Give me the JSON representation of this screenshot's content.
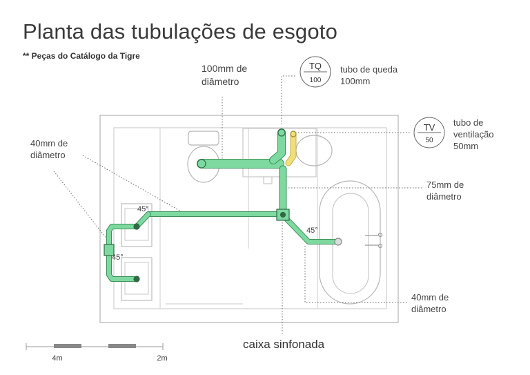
{
  "title": "Planta das tubulações de esgoto",
  "subtitle": "** Peças do Catálogo da Tigre",
  "labels": {
    "pipe_100": "100mm de\ndiâmetro",
    "tq_desc": "tubo de queda\n100mm",
    "tv_desc": "tubo de\nventilação\n50mm",
    "pipe_40_left": "40mm de\ndiâmetro",
    "pipe_75": "75mm de\ndiâmetro",
    "pipe_40_right": "40mm de\ndiâmetro",
    "caixa": "caixa sinfonada"
  },
  "badges": {
    "tq": {
      "code": "TQ",
      "value": "100"
    },
    "tv": {
      "code": "TV",
      "value": "50"
    }
  },
  "angles": {
    "a1": "45°",
    "a2": "45°",
    "a3": "45°"
  },
  "scale": {
    "left": "4m",
    "right": "2m"
  },
  "colors": {
    "pipe": "#7ed9a0",
    "pipe_outline": "#3d8f5a",
    "vent": "#f0df7a",
    "walls": "#aaaaaa"
  }
}
